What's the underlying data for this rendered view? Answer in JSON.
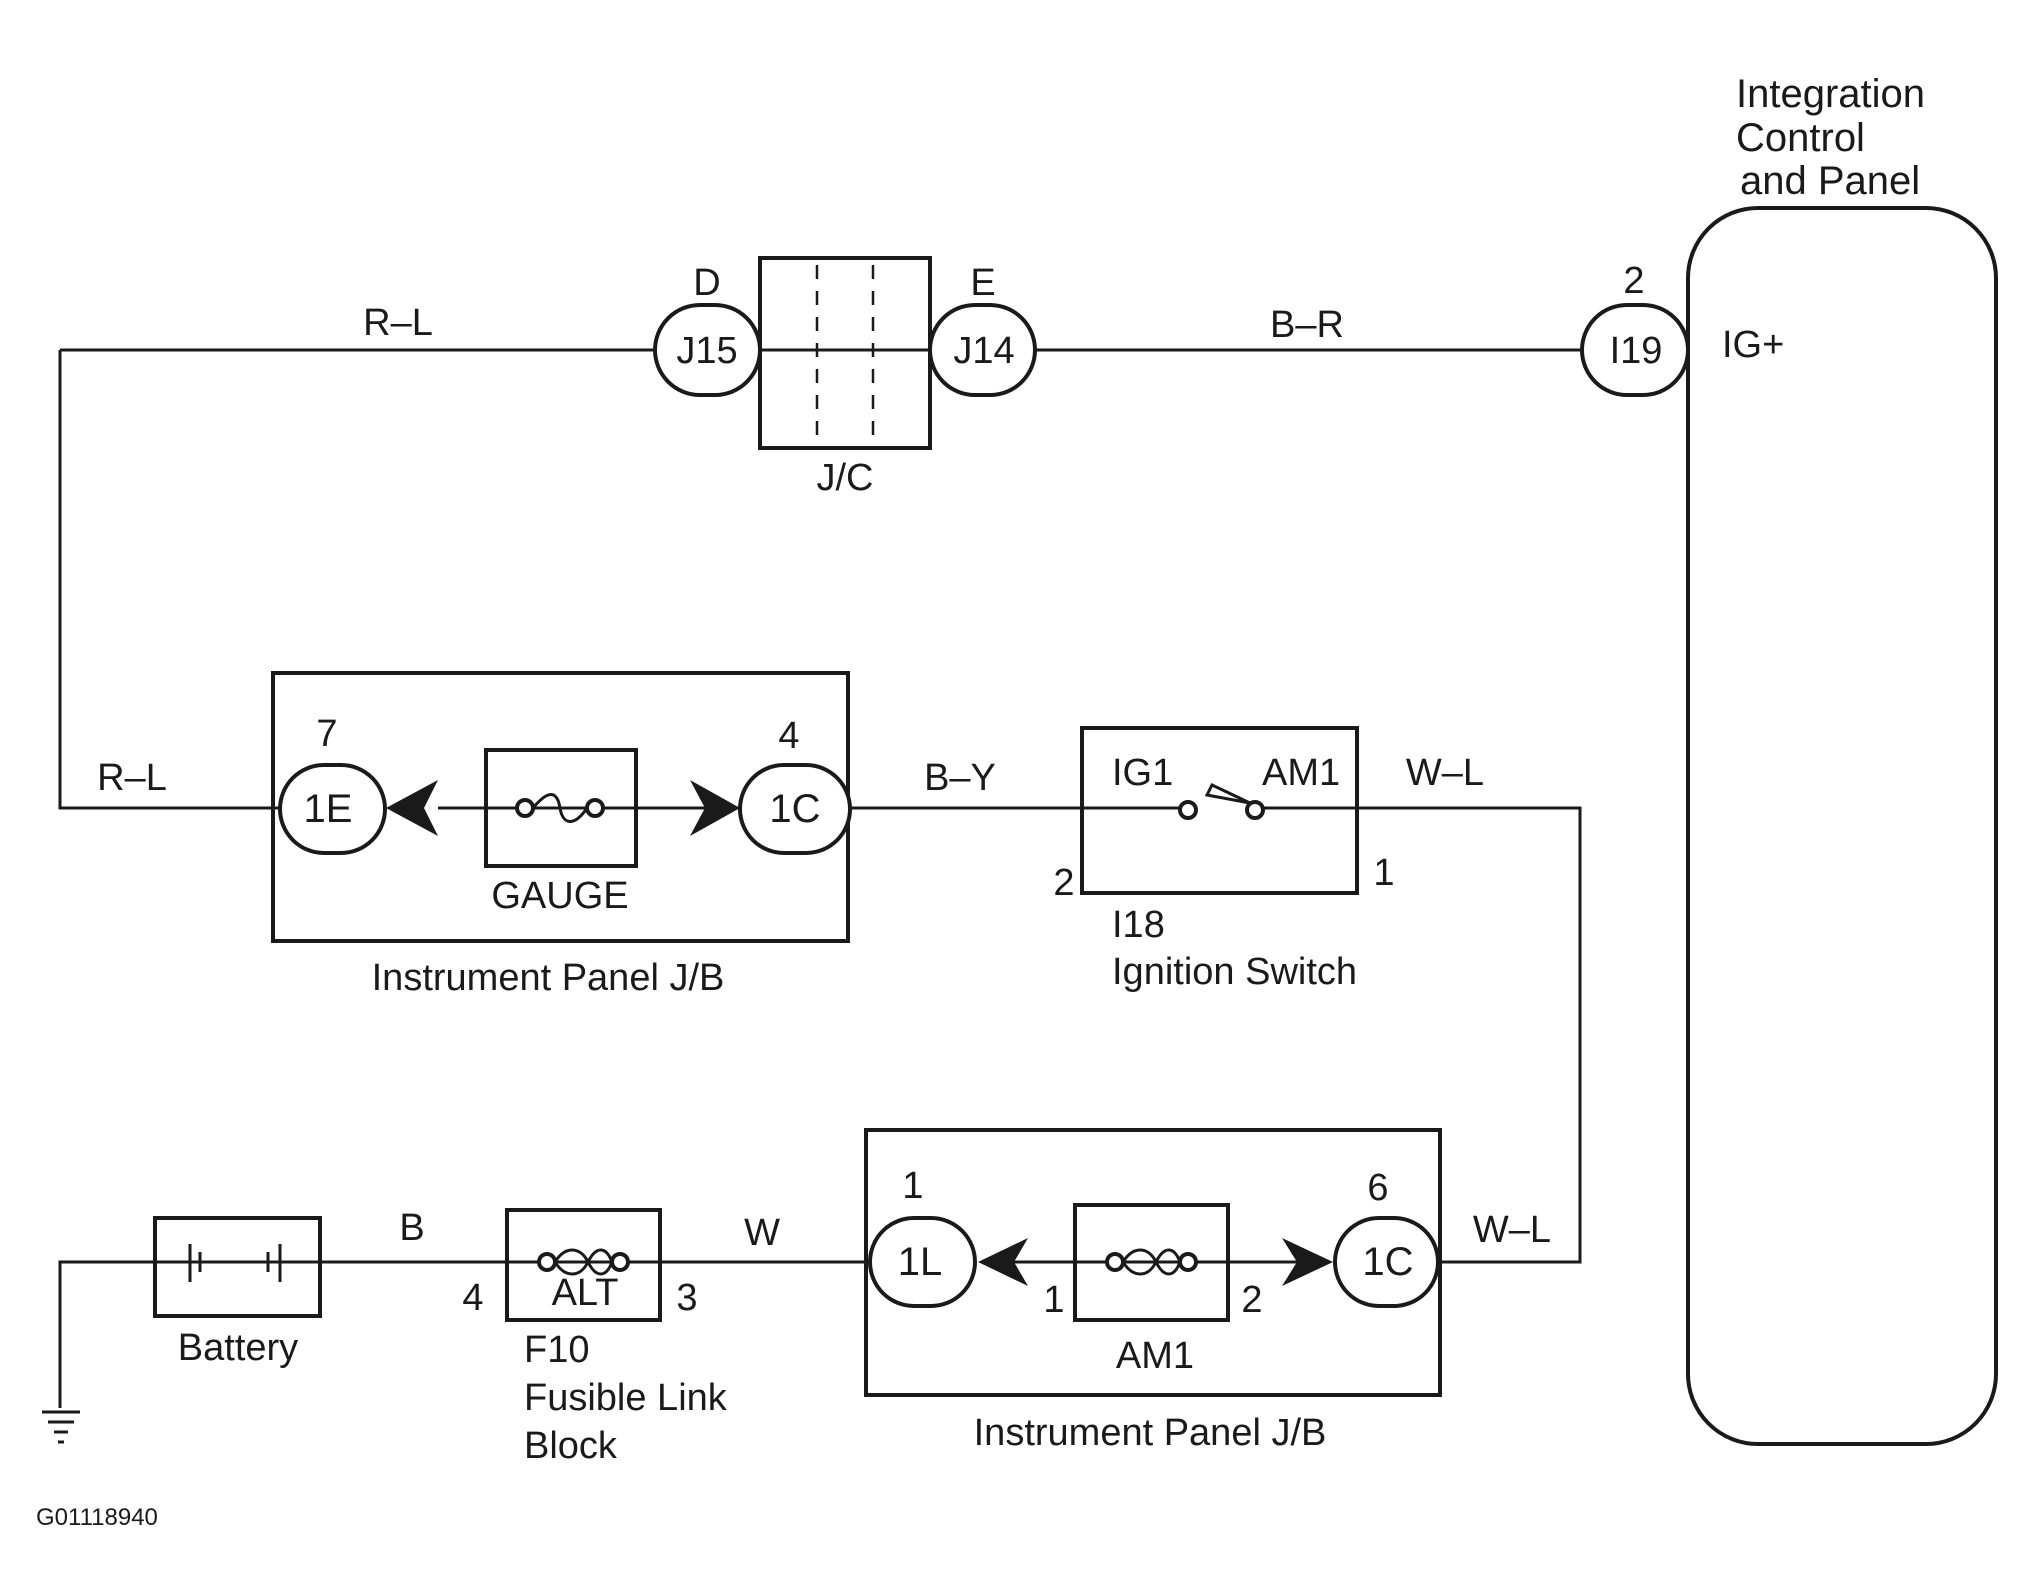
{
  "wires": {
    "rl_top": "R–L",
    "rl_left": "R–L",
    "br": "B–R",
    "by": "B–Y",
    "wl_right": "W–L",
    "wl_lower": "W–L",
    "b": "B",
    "w": "W"
  },
  "junction_connector": {
    "label": "J/C",
    "left_connector": "J15",
    "left_terminal": "D",
    "right_connector": "J14",
    "right_terminal": "E"
  },
  "integration_panel": {
    "title_line1": "Integration",
    "title_line2": "Control",
    "title_line3": "and Panel",
    "connector": "I19",
    "pin": "2",
    "terminal": "IG+"
  },
  "instrument_jb_top": {
    "label": "Instrument Panel J/B",
    "fuse_label": "GAUGE",
    "left_connector": "1E",
    "left_pin": "7",
    "right_connector": "1C",
    "right_pin": "4"
  },
  "ignition_switch": {
    "id": "I18",
    "name": "Ignition Switch",
    "ig1_label": "IG1",
    "am1_label": "AM1",
    "pin_left": "2",
    "pin_right": "1"
  },
  "battery": {
    "label": "Battery"
  },
  "fusible_link": {
    "fuse_label": "ALT",
    "id": "F10",
    "name_line1": "Fusible Link",
    "name_line2": "Block",
    "pin_left": "4",
    "pin_right": "3"
  },
  "instrument_jb_bottom": {
    "label": "Instrument Panel J/B",
    "fuse_label": "AM1",
    "left_connector": "1L",
    "left_pin": "1",
    "right_connector": "1C",
    "right_pin": "6",
    "fuse_pin_left": "1",
    "fuse_pin_right": "2"
  },
  "figure_code": "G01118940"
}
